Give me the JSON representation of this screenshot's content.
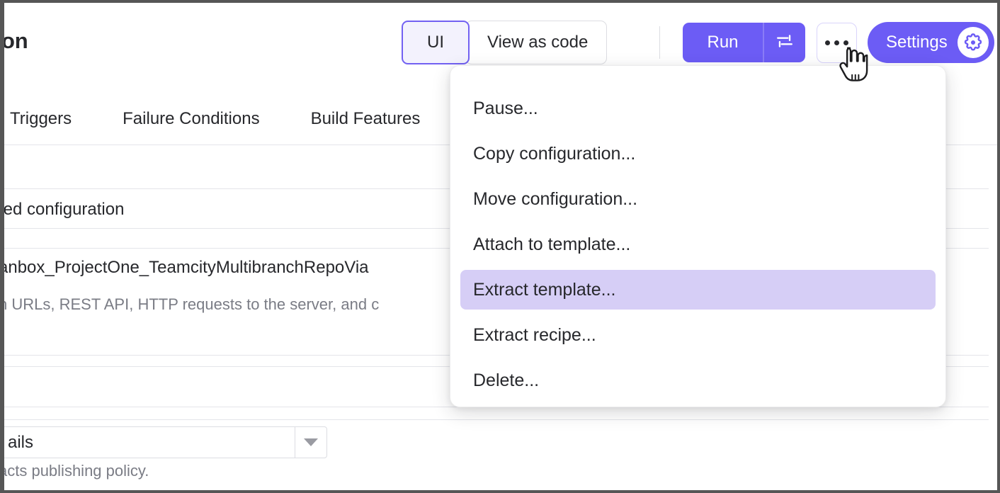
{
  "header": {
    "page_title": "on",
    "view_toggle": {
      "ui_label": "UI",
      "code_label": "View as code",
      "selected": "UI"
    },
    "run_label": "Run",
    "run_options_icon": "sliders-icon",
    "more_icon": "ellipsis-icon",
    "settings_label": "Settings",
    "settings_icon": "gear-icon"
  },
  "tabs": [
    {
      "label": "Triggers"
    },
    {
      "label": "Failure Conditions"
    },
    {
      "label": "Build Features"
    }
  ],
  "content": {
    "row_versioned_settings": "ted configuration",
    "row_build_id": "anbox_ProjectOne_TeamcityMultibranchRepoVia",
    "row_build_id_hint": "n URLs, REST API, HTTP requests to the server, and c",
    "artifacts_select_value": "ails",
    "artifacts_hint": "acts publishing policy."
  },
  "menu": {
    "items": [
      {
        "label": "Pause...",
        "selected": false
      },
      {
        "label": "Copy configuration...",
        "selected": false
      },
      {
        "label": "Move configuration...",
        "selected": false
      },
      {
        "label": "Attach to template...",
        "selected": false
      },
      {
        "label": "Extract template...",
        "selected": true
      },
      {
        "label": "Extract recipe...",
        "selected": false
      },
      {
        "label": "Delete...",
        "selected": false
      }
    ]
  },
  "cursor": {
    "type": "pointing-hand-cursor"
  },
  "colors": {
    "accent": "#6C5CF5",
    "accent_border": "#7261F2",
    "menu_selected_bg": "#D6CEF6",
    "toggle_selected_bg": "#F3F2FD",
    "divider": "#E4E5EA",
    "text": "#27282C",
    "muted_text": "#7A7C85"
  }
}
